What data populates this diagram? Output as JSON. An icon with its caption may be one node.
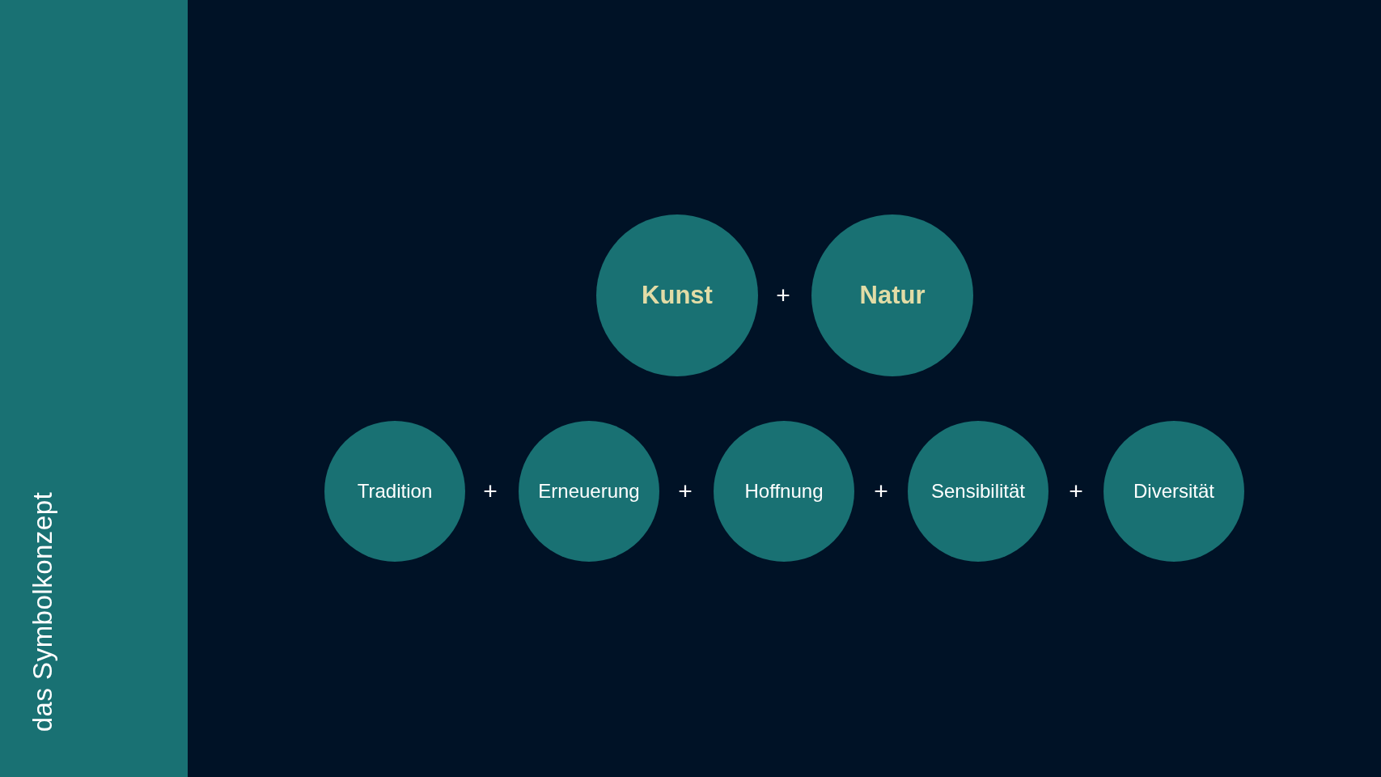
{
  "diagram": {
    "title": "das Symbolkonzept",
    "nodes": [
      {
        "text": [
          "Kunst"
        ]
      },
      {
        "text": [
          "Natur"
        ]
      },
      {
        "text": [
          "Tradition"
        ]
      },
      {
        "text": [
          "Erneuerung"
        ]
      },
      {
        "text": [
          "Hoffnung"
        ]
      },
      {
        "text": [
          "Sensibilität"
        ]
      },
      {
        "text": [
          "Diversität"
        ]
      }
    ],
    "labels": [
      "+",
      "+",
      "+",
      "+",
      "+"
    ]
  }
}
